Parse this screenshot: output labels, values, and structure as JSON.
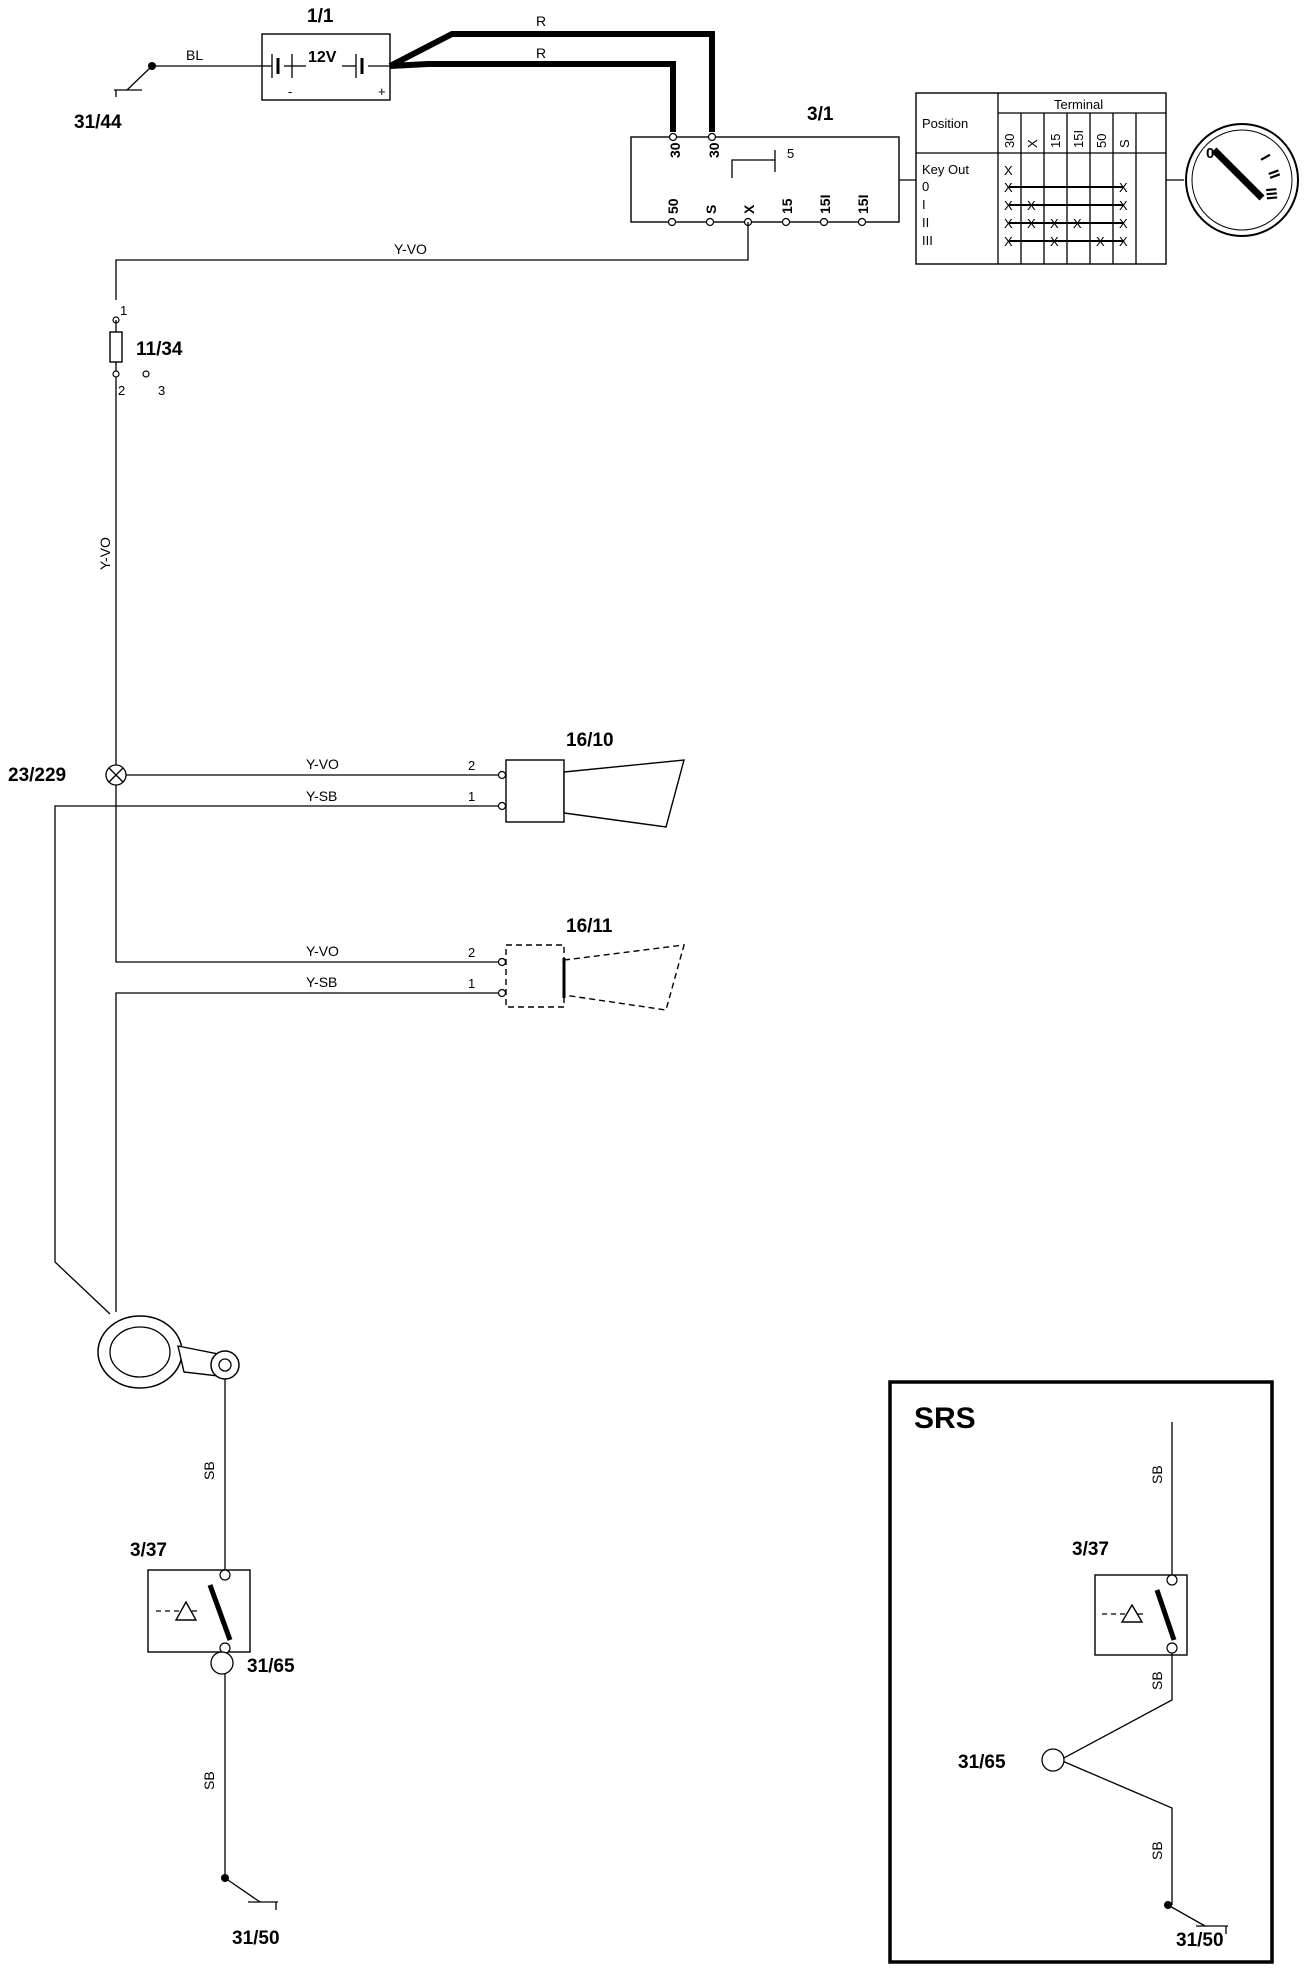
{
  "components": {
    "battery": {
      "label": "1/1",
      "voltage": "12V",
      "minus": "-",
      "plus": "+"
    },
    "ground_battery": {
      "label": "31/44"
    },
    "ignition_switch": {
      "label": "3/1",
      "terminals_top": [
        "30",
        "30"
      ],
      "terminals_bottom": [
        "50",
        "S",
        "X",
        "15",
        "15I",
        "15I"
      ],
      "inner_mark": "5"
    },
    "fuse": {
      "label": "11/34",
      "pins": [
        "1",
        "2",
        "3"
      ]
    },
    "connector": {
      "label": "23/229"
    },
    "horn_main": {
      "label": "16/10",
      "pins": [
        "2",
        "1"
      ]
    },
    "horn_optional": {
      "label": "16/11",
      "pins": [
        "2",
        "1"
      ]
    },
    "contact_reel": {
      "label": "3/37"
    },
    "ground_reel": {
      "label": "31/65"
    },
    "ground_bottom": {
      "label": "31/50"
    }
  },
  "wires": {
    "bl": "BL",
    "r_top": "R",
    "r_bottom": "R",
    "y_vo_top": "Y-VO",
    "y_vo_vertical": "Y-VO",
    "y_vo_horn1": "Y-VO",
    "y_sb_horn1": "Y-SB",
    "y_vo_horn2": "Y-VO",
    "y_sb_horn2": "Y-SB",
    "sb_upper": "SB",
    "sb_lower": "SB"
  },
  "switch_table": {
    "position_header": "Position",
    "terminal_header": "Terminal",
    "terminals": [
      "30",
      "X",
      "15",
      "15I",
      "50",
      "S"
    ],
    "rows": [
      {
        "position": "Key Out",
        "marks": [
          true,
          false,
          false,
          false,
          false,
          false
        ]
      },
      {
        "position": "0",
        "marks": [
          true,
          false,
          false,
          false,
          false,
          true
        ]
      },
      {
        "position": "I",
        "marks": [
          true,
          true,
          false,
          false,
          false,
          true
        ]
      },
      {
        "position": "II",
        "marks": [
          true,
          true,
          true,
          true,
          false,
          true
        ]
      },
      {
        "position": "III",
        "marks": [
          true,
          false,
          true,
          false,
          true,
          true
        ]
      }
    ]
  },
  "key_positions": [
    "0",
    "I",
    "II",
    "III"
  ],
  "srs": {
    "title": "SRS",
    "reel_label": "3/37",
    "ground_reel": "31/65",
    "ground_bottom": "31/50",
    "wire_upper": "SB",
    "wire_middle": "SB",
    "wire_lower": "SB"
  }
}
